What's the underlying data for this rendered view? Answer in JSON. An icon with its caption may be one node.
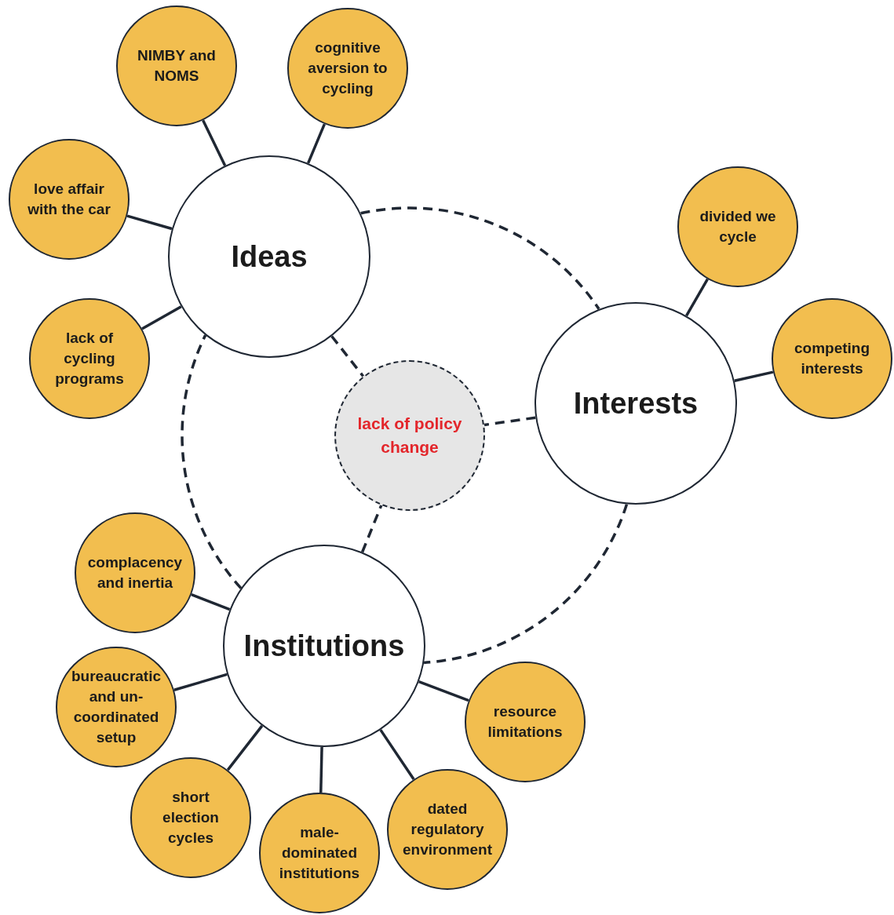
{
  "diagram": {
    "nodes": [
      {
        "text": [
          "Ideas"
        ]
      },
      {
        "text": [
          "Interests"
        ]
      },
      {
        "text": [
          "Institutions"
        ]
      },
      {
        "text": [
          "lack of policy change"
        ]
      },
      {
        "text": [
          "NIMBY and NOMS"
        ]
      },
      {
        "text": [
          "cognitive aversion to cycling"
        ]
      },
      {
        "text": [
          "love affair with the car"
        ]
      },
      {
        "text": [
          "lack of cycling programs"
        ]
      },
      {
        "text": [
          "divided we cycle"
        ]
      },
      {
        "text": [
          "competing interests"
        ]
      },
      {
        "text": [
          "complacency and inertia"
        ]
      },
      {
        "text": [
          "bureaucratic and un-coordinated setup"
        ]
      },
      {
        "text": [
          "short election cycles"
        ]
      },
      {
        "text": [
          "male-dominated institutions"
        ]
      },
      {
        "text": [
          "dated regulatory environment"
        ]
      },
      {
        "text": [
          "resource limitations"
        ]
      }
    ],
    "edges": [
      {
        "from": 0,
        "to": 4,
        "arrow": "none"
      },
      {
        "from": 0,
        "to": 5,
        "arrow": "none"
      },
      {
        "from": 0,
        "to": 6,
        "arrow": "none"
      },
      {
        "from": 0,
        "to": 7,
        "arrow": "none"
      },
      {
        "from": 1,
        "to": 8,
        "arrow": "none"
      },
      {
        "from": 1,
        "to": 9,
        "arrow": "none"
      },
      {
        "from": 2,
        "to": 10,
        "arrow": "none"
      },
      {
        "from": 2,
        "to": 11,
        "arrow": "none"
      },
      {
        "from": 2,
        "to": 12,
        "arrow": "none"
      },
      {
        "from": 2,
        "to": 13,
        "arrow": "none"
      },
      {
        "from": 2,
        "to": 14,
        "arrow": "none"
      },
      {
        "from": 2,
        "to": 15,
        "arrow": "none"
      },
      {
        "from": 0,
        "to": 3,
        "arrow": "none",
        "style": "dashed"
      },
      {
        "from": 1,
        "to": 3,
        "arrow": "none",
        "style": "dashed"
      },
      {
        "from": 2,
        "to": 3,
        "arrow": "none",
        "style": "dashed"
      },
      {
        "from": 0,
        "to": 1,
        "arrow": "none",
        "style": "dashed"
      },
      {
        "from": 1,
        "to": 2,
        "arrow": "none",
        "style": "dashed"
      },
      {
        "from": 2,
        "to": 0,
        "arrow": "none",
        "style": "dashed"
      }
    ]
  }
}
